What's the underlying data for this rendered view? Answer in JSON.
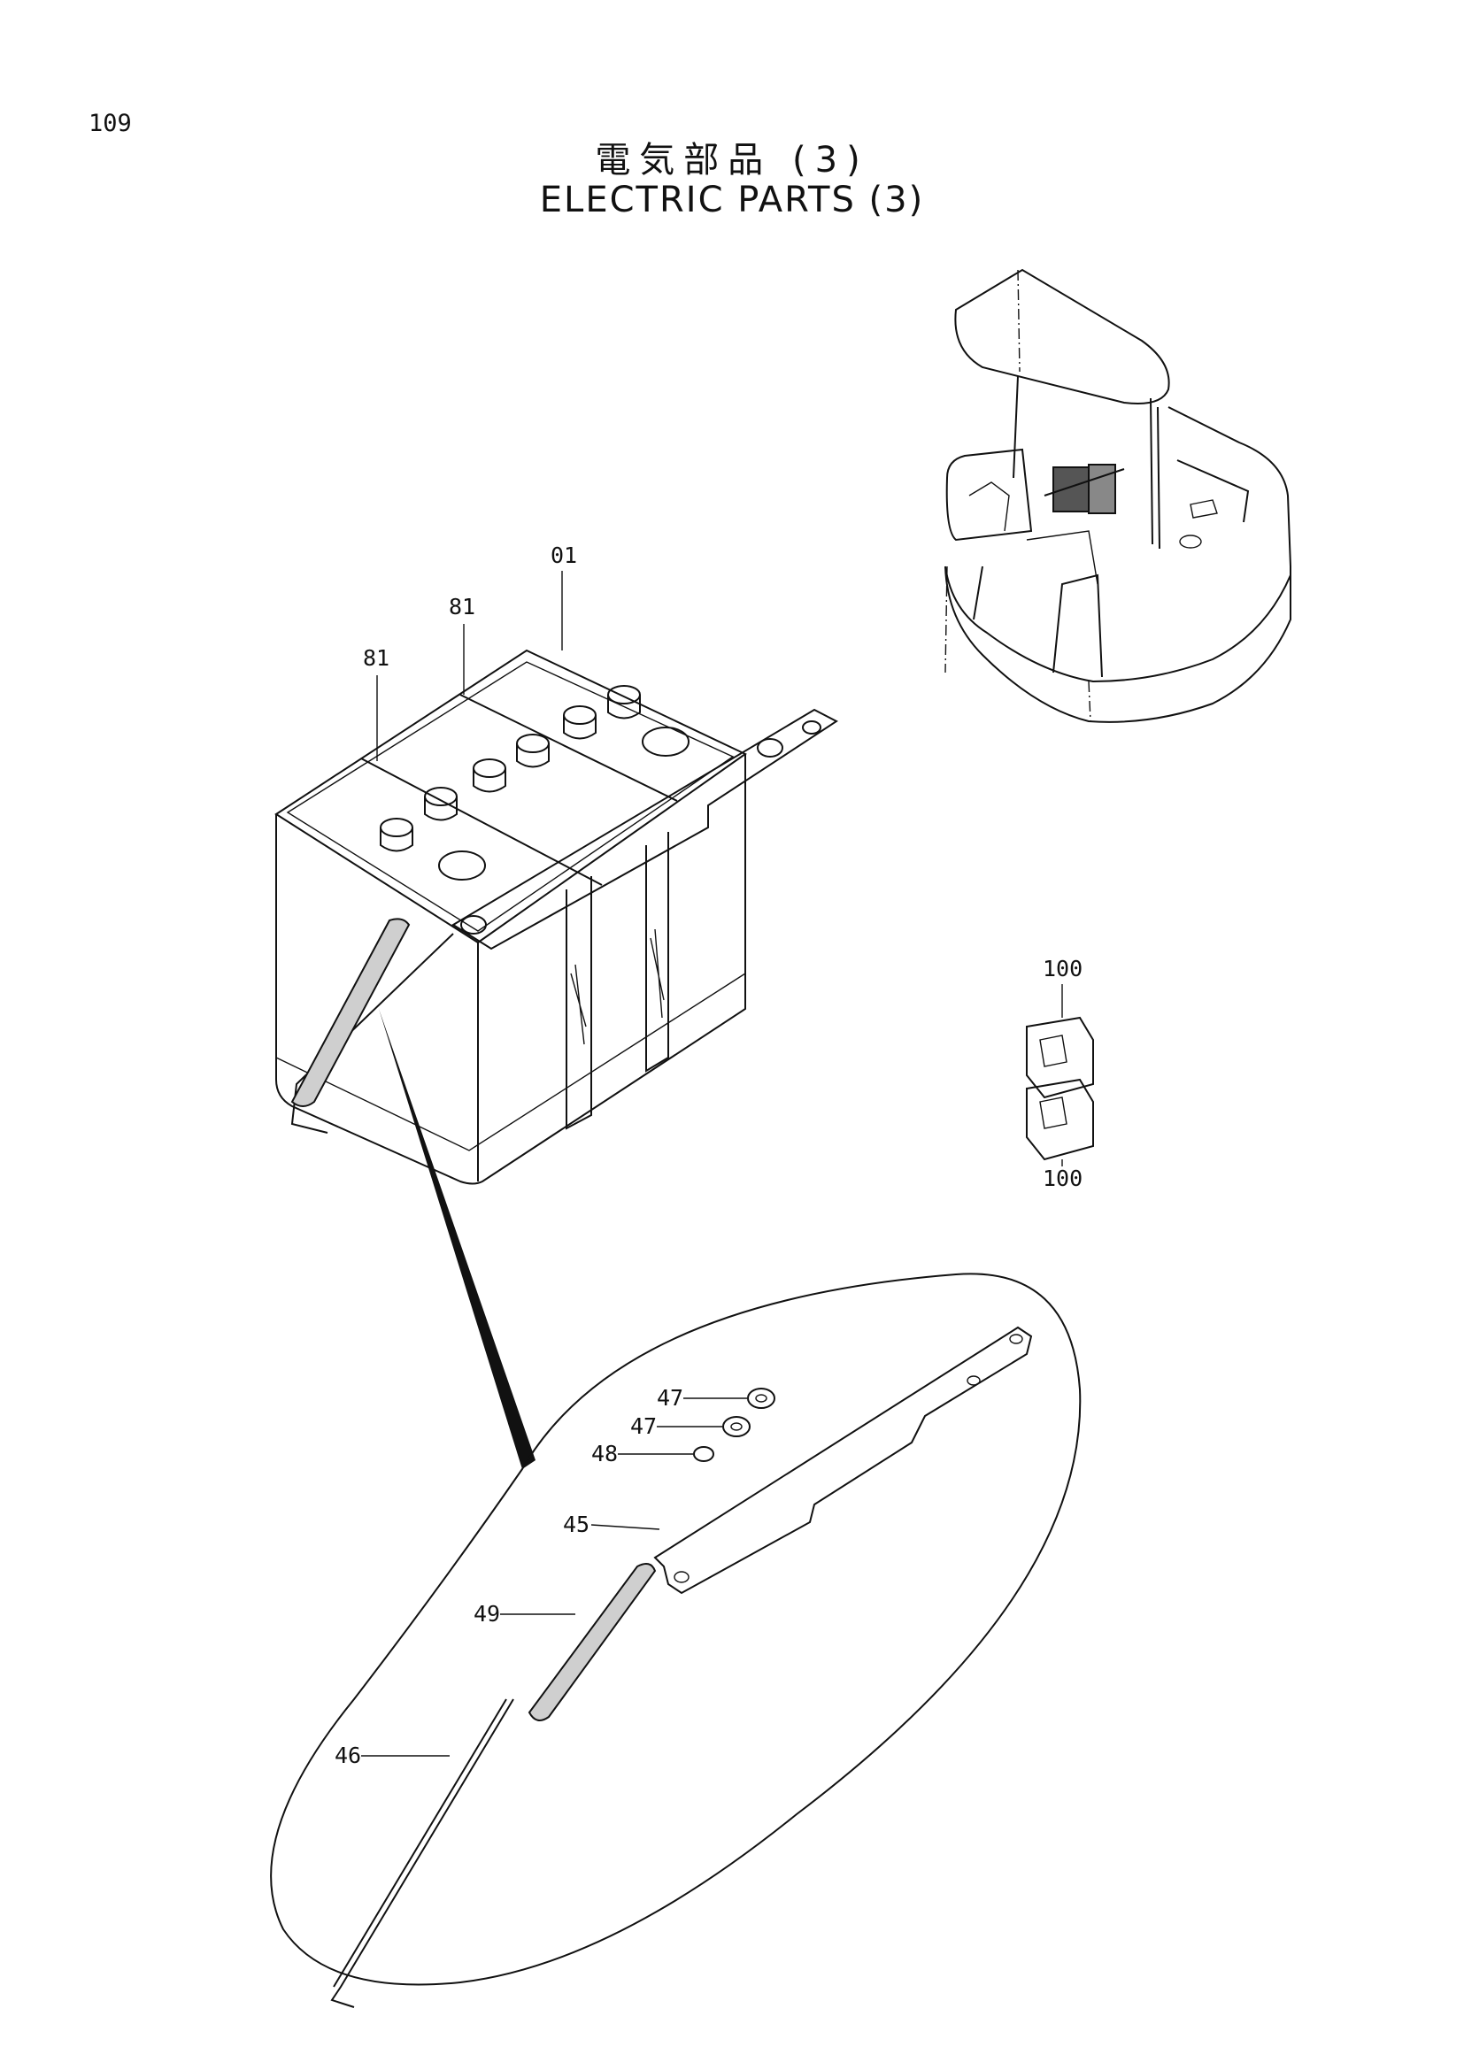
{
  "page_number": "109",
  "title_jp": "電気部品 (3)",
  "title_en": "ELECTRIC PARTS (3)",
  "callouts": {
    "c01": "01",
    "c81a": "81",
    "c81b": "81",
    "c100a": "100",
    "c100b": "100",
    "c47a": "47",
    "c47b": "47",
    "c48": "48",
    "c45": "45",
    "c49": "49",
    "c46": "46"
  }
}
